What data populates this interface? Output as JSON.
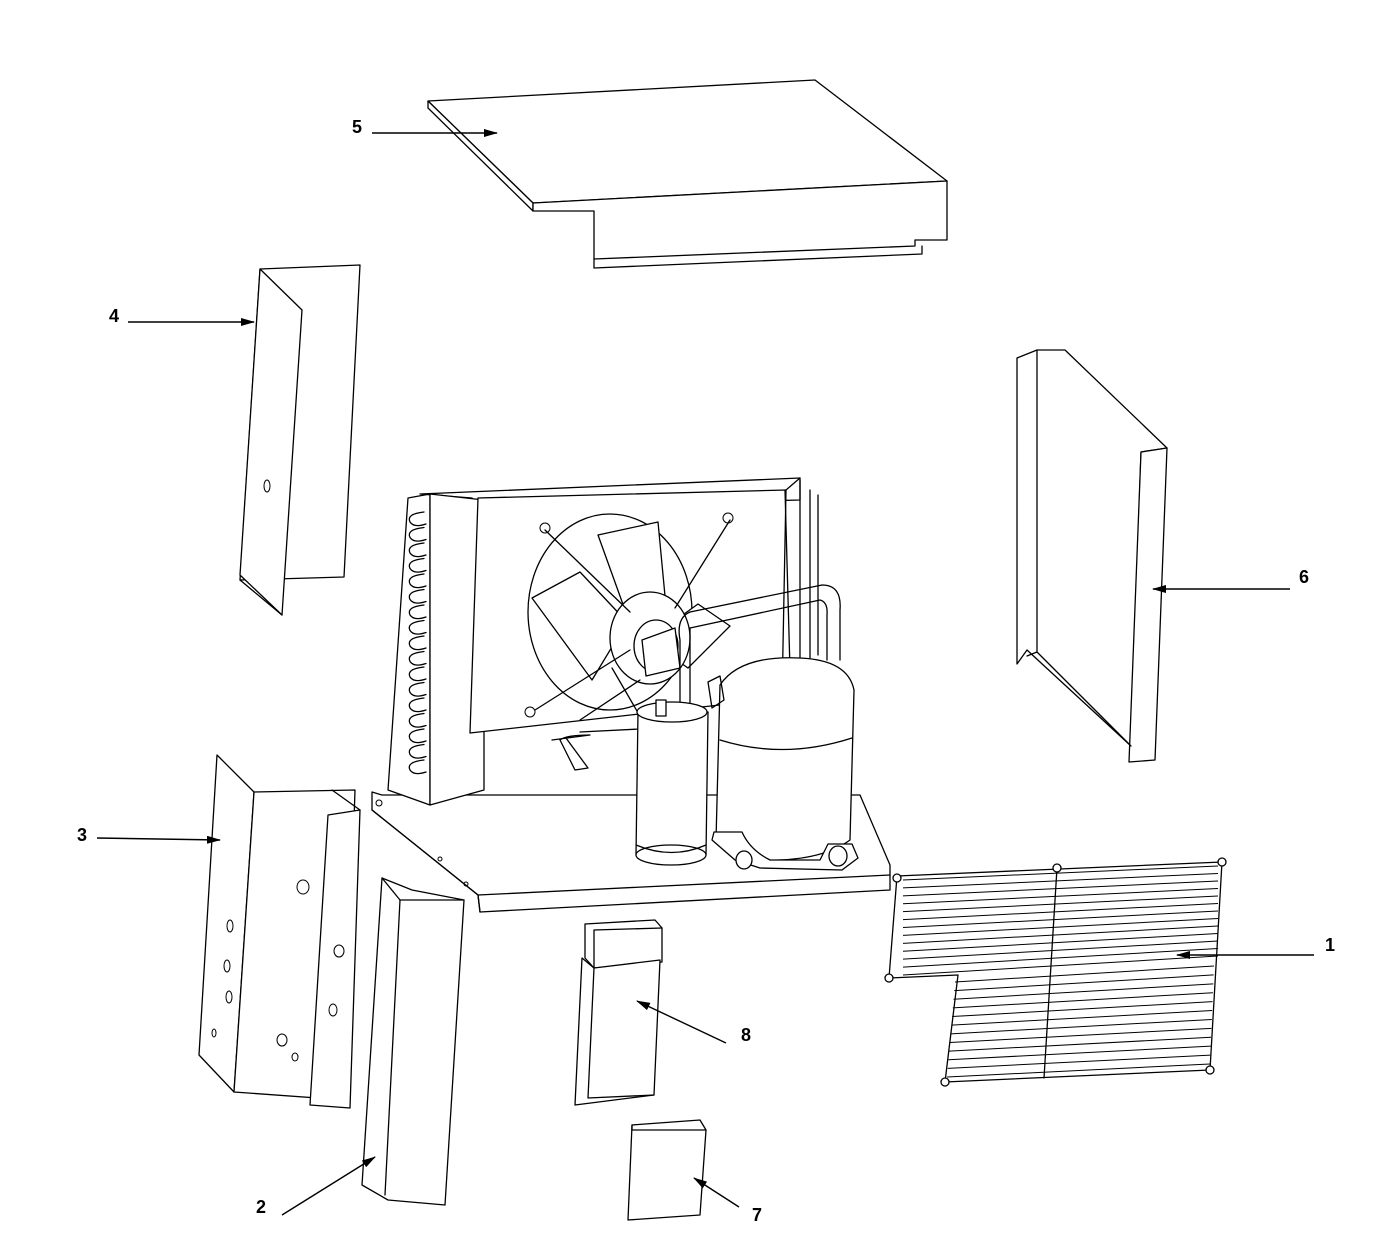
{
  "diagram": {
    "callouts": [
      {
        "id": "1",
        "label": "1"
      },
      {
        "id": "2",
        "label": "2"
      },
      {
        "id": "3",
        "label": "3"
      },
      {
        "id": "4",
        "label": "4"
      },
      {
        "id": "5",
        "label": "5"
      },
      {
        "id": "6",
        "label": "6"
      },
      {
        "id": "7",
        "label": "7"
      },
      {
        "id": "8",
        "label": "8"
      }
    ],
    "colors": {
      "stroke": "#000000",
      "background": "#ffffff"
    }
  }
}
